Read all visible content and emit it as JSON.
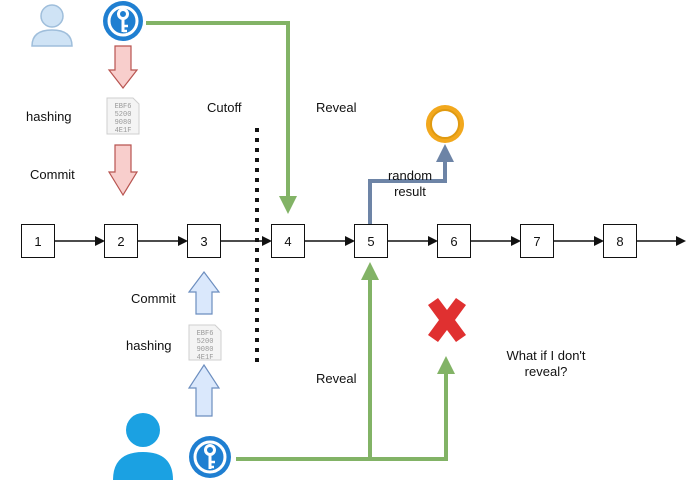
{
  "labels": {
    "hashing_top": "hashing",
    "commit_top": "Commit",
    "cutoff": "Cutoff",
    "reveal_top": "Reveal",
    "random_result": [
      "random",
      "result"
    ],
    "commit_bottom": "Commit",
    "hashing_bottom": "hashing",
    "reveal_bottom": "Reveal",
    "what_if": [
      "What if I don't",
      "reveal?"
    ]
  },
  "blocks": [
    "1",
    "2",
    "3",
    "4",
    "5",
    "6",
    "7",
    "8"
  ],
  "hash_doc_text": [
    "EBF6",
    "5200",
    "9080",
    "4E1F"
  ],
  "colors": {
    "green": "#82b366",
    "red_arrow_fill": "#f8cecc",
    "red_arrow_stroke": "#b85450",
    "blue_arrow_fill": "#dae8fc",
    "blue_arrow_stroke": "#6c8ebf",
    "random_arrow": "#6d84a6",
    "coin_gold": "#f2a81d",
    "cross_red": "#e03030",
    "user_light": "#cfe3f5",
    "user_dark": "#1ba1e2",
    "key_blue": "#1f7fd1"
  },
  "icons": [
    "user-icon",
    "key-icon",
    "hash-document-icon",
    "coin-icon",
    "cross-icon",
    "cutoff-line"
  ]
}
